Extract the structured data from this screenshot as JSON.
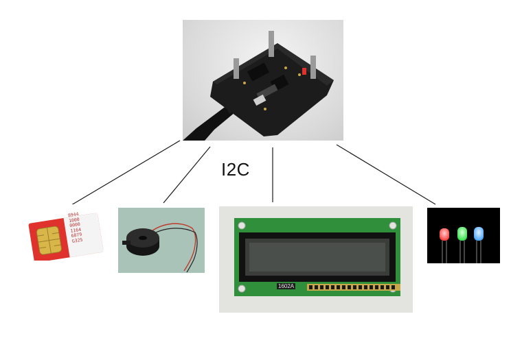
{
  "diagram": {
    "bus_label": "I2C",
    "sim_card": {
      "printed_number": [
        "8944",
        "1000",
        "0000",
        "1164",
        "6879",
        "G325"
      ]
    },
    "lcd": {
      "part_label": "1602A"
    },
    "colors": {
      "line": "#1a1a1a",
      "pcb": "#1c1c1c",
      "sim_red": "#e0322c",
      "chip_gold": "#d9b64a",
      "lcd_green": "#2f8f3b",
      "led_red": "#ff3b3b",
      "led_green": "#35e04a",
      "led_blue": "#4aa6ff"
    },
    "icons": [
      "board-photo",
      "sim-card-photo",
      "buzzer-photo",
      "lcd-photo",
      "leds-photo"
    ]
  }
}
